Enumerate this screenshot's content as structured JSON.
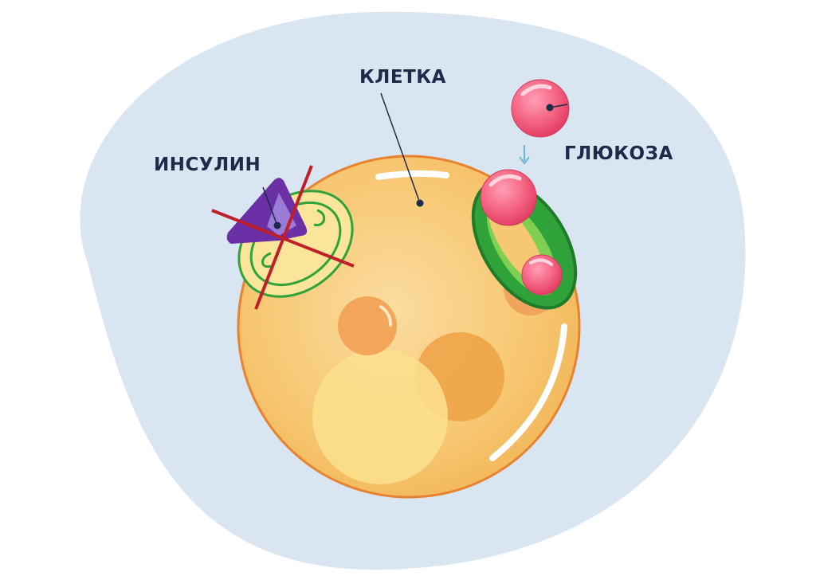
{
  "labels": {
    "cell": "КЛЕТКА",
    "insulin": "ИНСУЛИН",
    "glucose": "ГЛЮКОЗА"
  },
  "colors": {
    "background": "#d9e6f1",
    "cell_fill": "#f6c874",
    "cell_outline": "#e8822e",
    "receptor_green": "#2fa33a",
    "insulin_purple": "#6b2fa6",
    "glucose_pink": "#e8416a",
    "cross_red": "#c01f2a",
    "label_text": "#1d2a4a"
  },
  "icons": {
    "blocked_insulin": "red-cross-icon",
    "transport_arrow": "arrow-down-icon"
  }
}
